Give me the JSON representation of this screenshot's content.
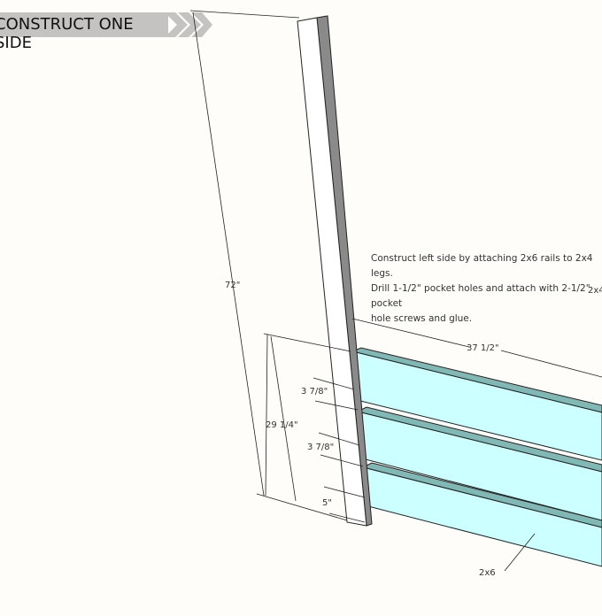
{
  "banner": {
    "title": "CONSTRUCT ONE SIDE"
  },
  "note": {
    "line1": "Construct left side by attaching 2x6 rails to 2x4 legs.",
    "line2": "Drill 1-1/2\" pocket holes and attach with 2-1/2\" pocket",
    "line3": "hole screws and glue."
  },
  "labels": {
    "leg_height": "72\"",
    "side_height": "29 1/4\"",
    "gap1": "3 7/8\"",
    "gap2": "3 7/8\"",
    "bottom_gap": "5\"",
    "rail_length": "37 1/2\"",
    "leg_type": "2x4",
    "rail_type": "2x6"
  },
  "colors": {
    "rail": "#ccffff",
    "rail_top": "#7fb8b4",
    "leg_side": "#8a8a8a",
    "banner": "#c4c3c1"
  }
}
